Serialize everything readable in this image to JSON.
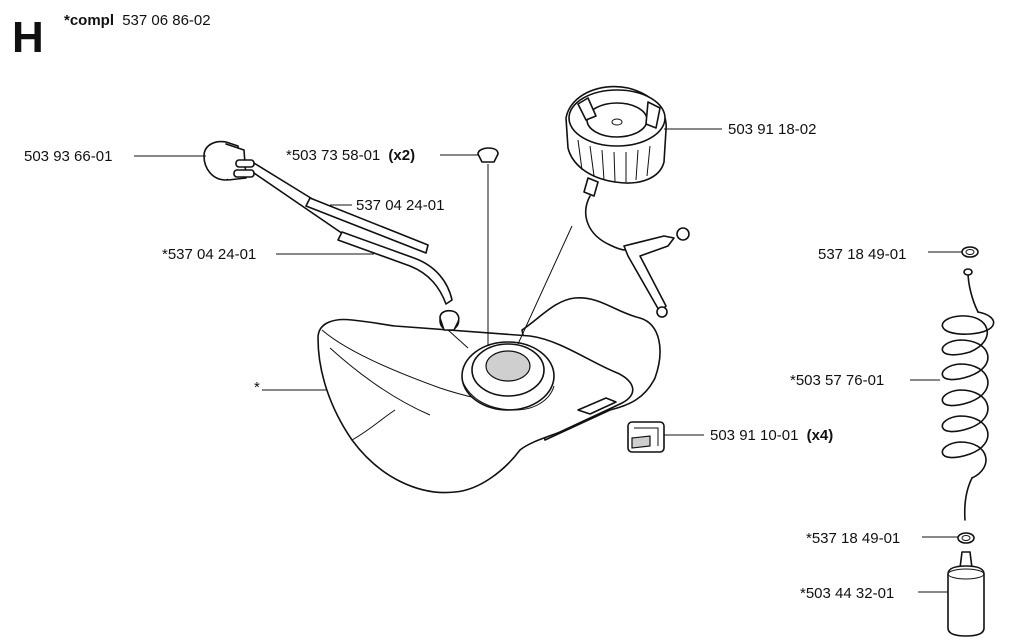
{
  "section": {
    "letter": "H",
    "compl_prefix": "*compl",
    "compl_number": "537 06 86-02"
  },
  "parts": {
    "primer_bulb": "503 93 66-01",
    "screw_plug": "*503 73 58-01",
    "screw_plug_qty": "(x2)",
    "fuel_hose_upper": "537 04 24-01",
    "fuel_hose_lower": "*537 04 24-01",
    "tank": "*",
    "fuel_cap": "503 91 18-02",
    "rubber_mount": "503 91 10-01",
    "rubber_mount_qty": "(x4)",
    "grommet_top": "537 18 49-01",
    "spiral_hose": "*503 57 76-01",
    "grommet_bottom": "*537 18 49-01",
    "fuel_filter": "*503 44 32-01"
  }
}
